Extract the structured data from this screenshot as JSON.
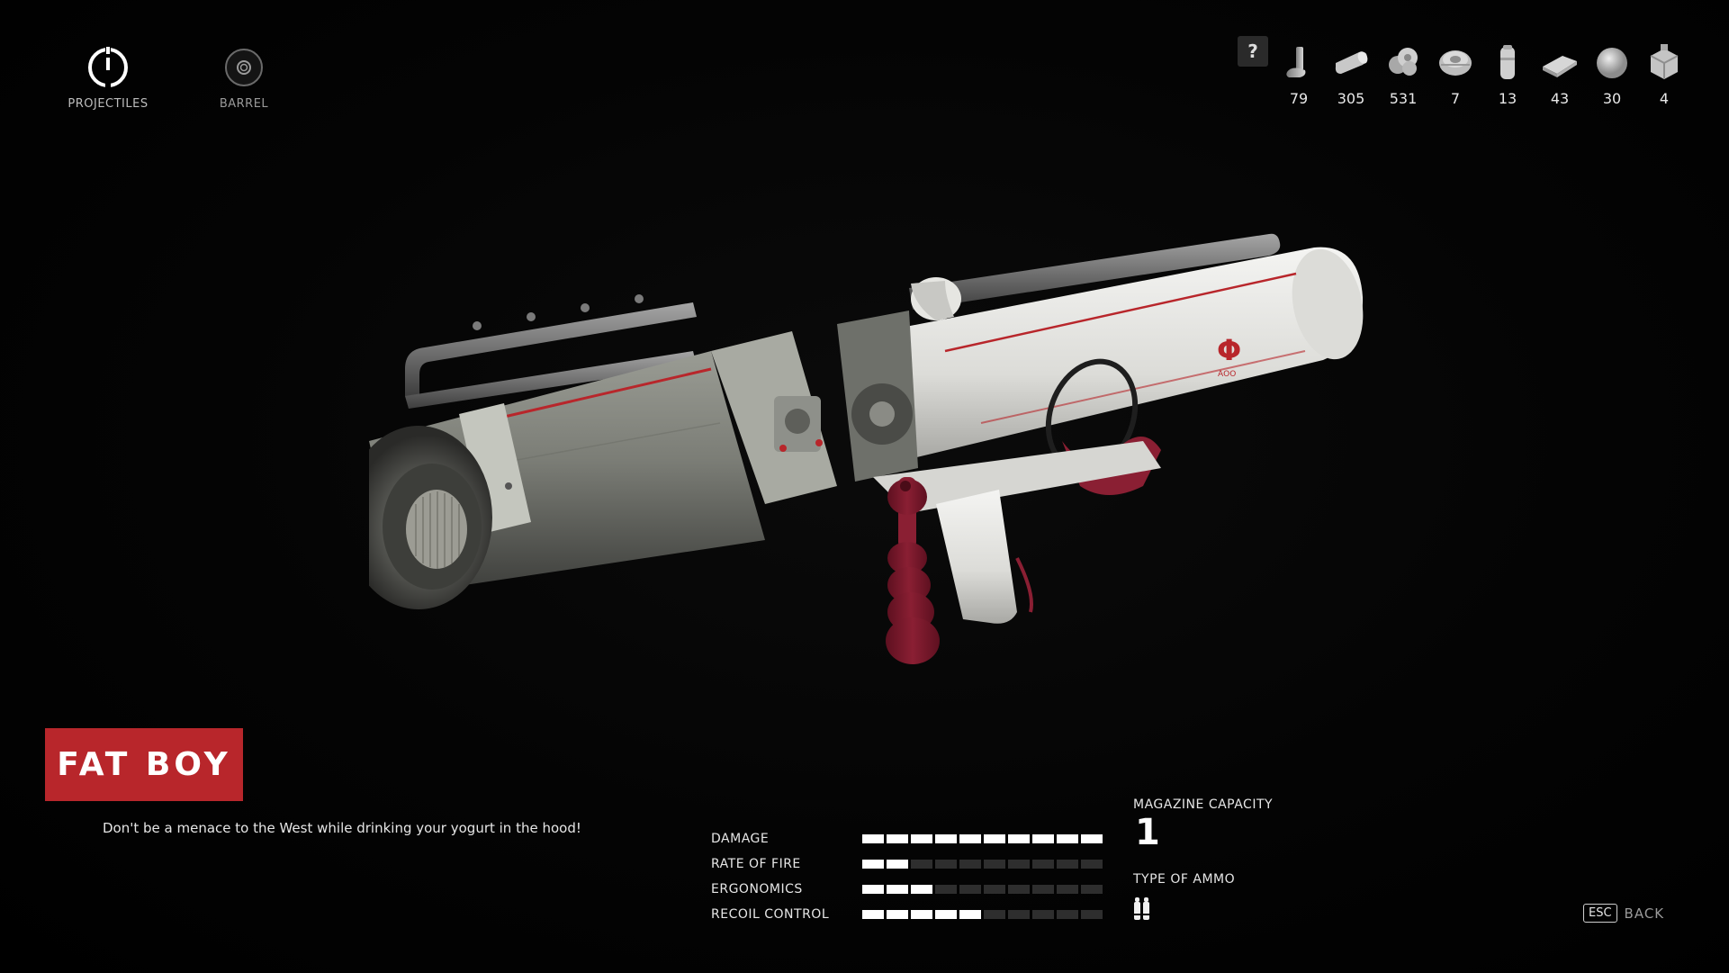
{
  "tabs": [
    {
      "label": "PROJECTILES",
      "active": true
    },
    {
      "label": "BARREL",
      "active": false
    }
  ],
  "help": {
    "label": "?"
  },
  "resources": [
    {
      "icon": "bolt-part-icon",
      "count": "79"
    },
    {
      "icon": "tube-part-icon",
      "count": "305"
    },
    {
      "icon": "gear-cluster-icon",
      "count": "531"
    },
    {
      "icon": "spring-coil-icon",
      "count": "7"
    },
    {
      "icon": "canister-icon",
      "count": "13"
    },
    {
      "icon": "plate-icon",
      "count": "43"
    },
    {
      "icon": "sphere-icon",
      "count": "30"
    },
    {
      "icon": "core-module-icon",
      "count": "4"
    }
  ],
  "weapon": {
    "name": "FAT BOY",
    "description": "Don't be a menace to the West while drinking your yogurt in the hood!",
    "emblem_text": "АОО",
    "accent_color": "#b8262b"
  },
  "stats": {
    "max_segments": 10,
    "items": [
      {
        "label": "DAMAGE",
        "value": 10
      },
      {
        "label": "RATE OF FIRE",
        "value": 2
      },
      {
        "label": "ERGONOMICS",
        "value": 3
      },
      {
        "label": "RECOIL CONTROL",
        "value": 5
      }
    ]
  },
  "magazine": {
    "label": "MAGAZINE CAPACITY",
    "value": "1"
  },
  "ammo": {
    "label": "TYPE OF AMMO",
    "icon": "shells-icon"
  },
  "back": {
    "key": "ESC",
    "label": "BACK"
  }
}
